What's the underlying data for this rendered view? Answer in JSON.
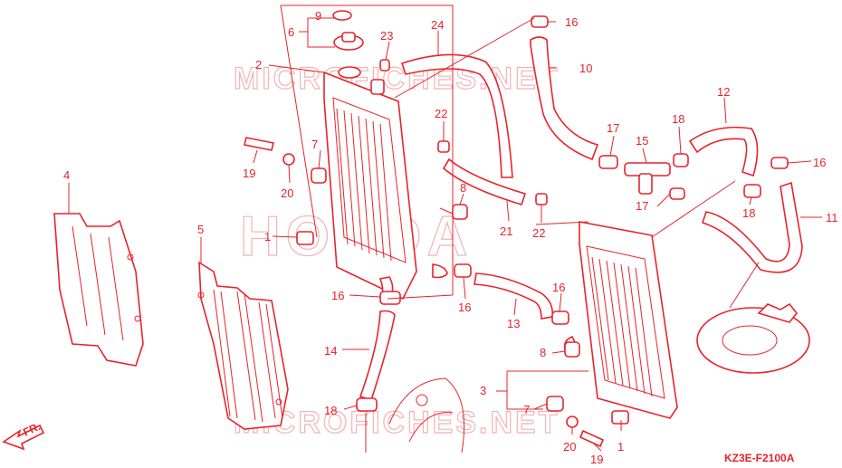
{
  "diagram": {
    "figure_code": "KZ3E-F2100A",
    "direction_label": "FR.",
    "watermarks": [
      "MICROFICHES.NET",
      "HONDA",
      "MICROFICHES.NET"
    ],
    "callouts": [
      {
        "id": "c1",
        "label": "1"
      },
      {
        "id": "c1b",
        "label": "1"
      },
      {
        "id": "c2",
        "label": "2"
      },
      {
        "id": "c3",
        "label": "3"
      },
      {
        "id": "c4",
        "label": "4"
      },
      {
        "id": "c5",
        "label": "5"
      },
      {
        "id": "c6",
        "label": "6"
      },
      {
        "id": "c7",
        "label": "7"
      },
      {
        "id": "c7b",
        "label": "7"
      },
      {
        "id": "c8",
        "label": "8"
      },
      {
        "id": "c8b",
        "label": "8"
      },
      {
        "id": "c9",
        "label": "9"
      },
      {
        "id": "c10",
        "label": "10"
      },
      {
        "id": "c11",
        "label": "11"
      },
      {
        "id": "c12",
        "label": "12"
      },
      {
        "id": "c13",
        "label": "13"
      },
      {
        "id": "c14",
        "label": "14"
      },
      {
        "id": "c15",
        "label": "15"
      },
      {
        "id": "c16a",
        "label": "16"
      },
      {
        "id": "c16b",
        "label": "16"
      },
      {
        "id": "c16c",
        "label": "16"
      },
      {
        "id": "c16d",
        "label": "16"
      },
      {
        "id": "c16e",
        "label": "16"
      },
      {
        "id": "c17a",
        "label": "17"
      },
      {
        "id": "c17b",
        "label": "17"
      },
      {
        "id": "c18a",
        "label": "18"
      },
      {
        "id": "c18b",
        "label": "18"
      },
      {
        "id": "c18c",
        "label": "18"
      },
      {
        "id": "c19a",
        "label": "19"
      },
      {
        "id": "c19b",
        "label": "19"
      },
      {
        "id": "c20a",
        "label": "20"
      },
      {
        "id": "c20b",
        "label": "20"
      },
      {
        "id": "c21",
        "label": "21"
      },
      {
        "id": "c22a",
        "label": "22"
      },
      {
        "id": "c22b",
        "label": "22"
      },
      {
        "id": "c23",
        "label": "23"
      },
      {
        "id": "c24",
        "label": "24"
      }
    ],
    "colors": {
      "ink": "#e8232a",
      "watermark": "#f4b3b6",
      "background": "#ffffff"
    }
  }
}
